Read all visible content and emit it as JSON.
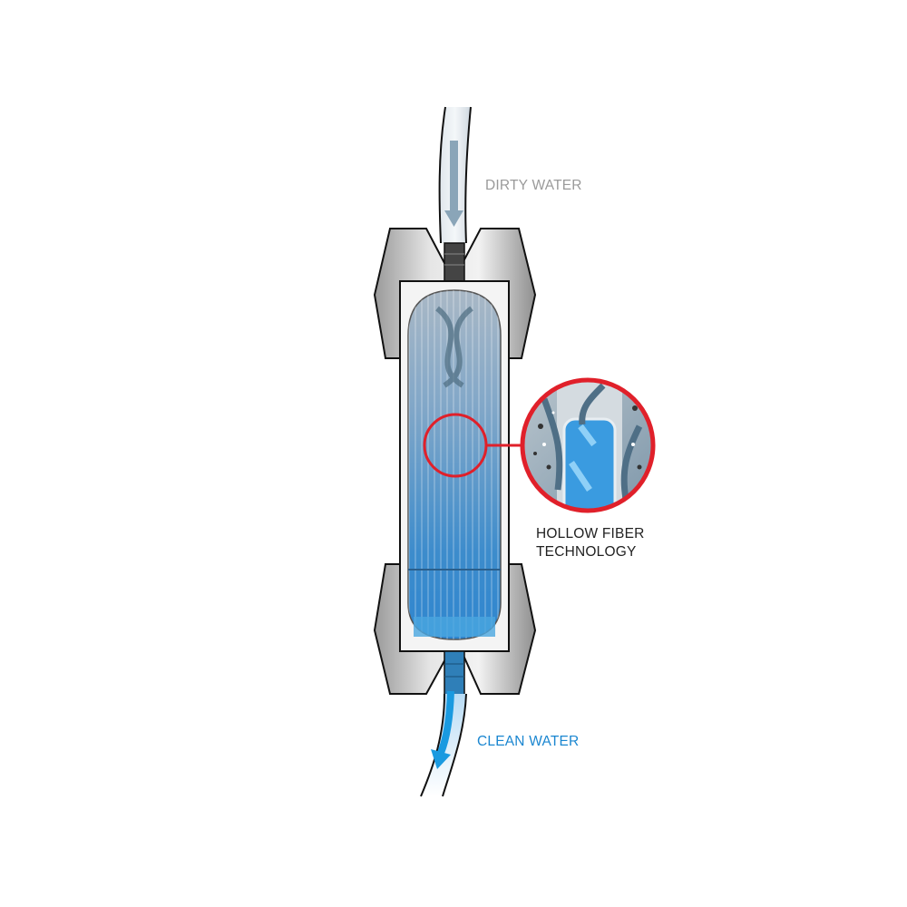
{
  "labels": {
    "dirty_water": "DIRTY WATER",
    "hollow_fiber_line1": "HOLLOW FIBER",
    "hollow_fiber_line2": "TECHNOLOGY",
    "clean_water": "CLEAN WATER"
  },
  "colors": {
    "dirty_label": "#9a9a9a",
    "clean_label": "#1a86d0",
    "tech_label": "#222222",
    "magnifier_ring": "#e0202a",
    "filter_blue": "#3f8fcf",
    "housing_gray": "#c9c9c9"
  },
  "icons": {
    "dirty_flow": "arrow-down-icon",
    "clean_flow": "arrow-down-icon"
  }
}
